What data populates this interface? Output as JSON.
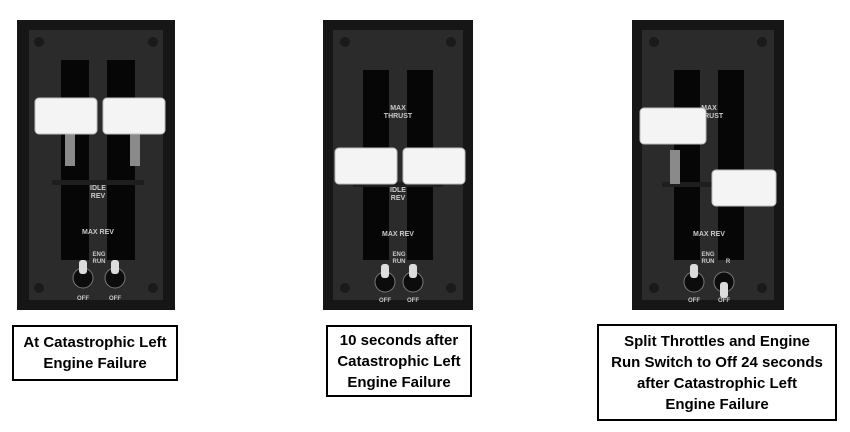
{
  "colors": {
    "frame": "#161616",
    "panel": "#2b2b2b",
    "slot": "#060606",
    "lever": "#f4f4f4",
    "label": "#c9c9c9"
  },
  "labels": {
    "max_thrust": "MAX",
    "max_thrust_2": "THRUST",
    "idle": "IDLE",
    "rev": "REV",
    "max_rev": "MAX REV",
    "eng": "ENG",
    "run": "RUN",
    "off": "OFF",
    "r": "R"
  },
  "panels": [
    {
      "id": "at-failure",
      "caption_lines": [
        "At Catastrophic Left",
        "Engine Failure"
      ],
      "left_lever_position": "max",
      "right_lever_position": "max",
      "left_switch": "run",
      "right_switch": "run"
    },
    {
      "id": "10s-after",
      "caption_lines": [
        "10 seconds after",
        "Catastrophic Left",
        "Engine Failure"
      ],
      "left_lever_position": "near-idle",
      "right_lever_position": "near-idle",
      "left_switch": "run",
      "right_switch": "run"
    },
    {
      "id": "24s-after",
      "caption_lines": [
        "Split Throttles and Engine",
        "Run Switch to Off 24 seconds",
        "after Catastrophic Left",
        "Engine Failure"
      ],
      "left_lever_position": "max",
      "right_lever_position": "mid",
      "left_switch": "run",
      "right_switch": "off"
    }
  ]
}
